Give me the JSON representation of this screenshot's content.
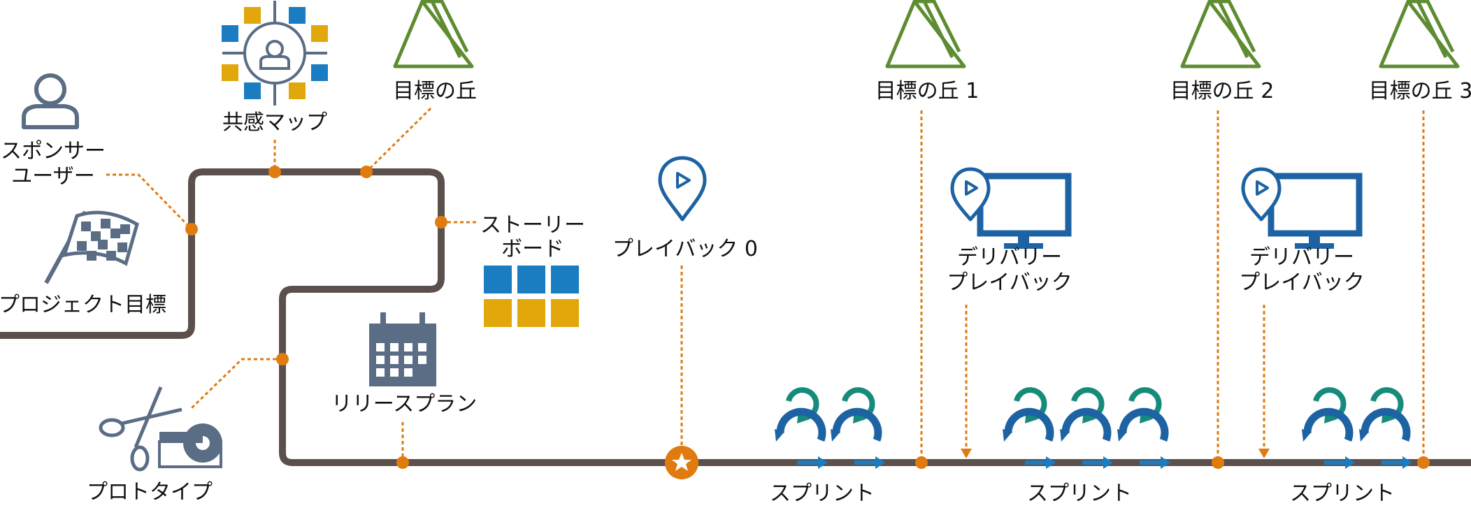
{
  "colors": {
    "path": "#5b504b",
    "marker": "#e07b10",
    "hill": "#5e8c31",
    "blue": "#1d63a3",
    "teal": "#168b7c",
    "sticky_blue": "#1a7cc1",
    "sticky_yellow": "#e2a70a",
    "slate": "#5a6d85"
  },
  "labels": {
    "sponsor_line1": "スポンサー",
    "sponsor_line2": "ユーザー",
    "project_goal": "プロジェクト目標",
    "empathy_map": "共感マップ",
    "goal_hill": "目標の丘",
    "storyboard_line1": "ストーリー",
    "storyboard_line2": "ボード",
    "release_plan": "リリースプラン",
    "prototype": "プロトタイプ",
    "playback0": "プレイバック 0",
    "hill1": "目標の丘 1",
    "hill2": "目標の丘 2",
    "hill3": "目標の丘 3",
    "delivery1_line1": "デリバリー",
    "delivery1_line2": "プレイバック",
    "delivery2_line1": "デリバリー",
    "delivery2_line2": "プレイバック",
    "sprint1": "スプリント",
    "sprint2": "スプリント",
    "sprint3": "スプリント"
  },
  "icons": {
    "sponsor": "user-icon",
    "project_goal": "checkered-flag-icon",
    "empathy_map": "empathy-map-icon",
    "goal_hill": "mountain-icon",
    "storyboard": "sticky-notes-icon",
    "release_plan": "calendar-icon",
    "prototype": "scissors-tape-icon",
    "playback0": "location-play-icon",
    "delivery": "monitor-play-icon",
    "sprint": "iteration-cycle-icon"
  }
}
